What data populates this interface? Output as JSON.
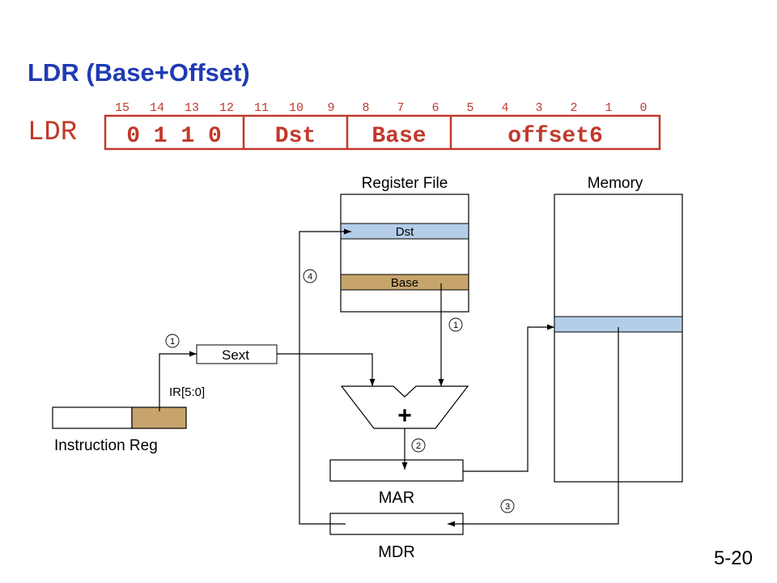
{
  "slide": {
    "title": "LDR (Base+Offset)",
    "number": "5-20"
  },
  "encoding": {
    "mnemonic": "LDR",
    "bit_numbers": [
      "15",
      "14",
      "13",
      "12",
      "11",
      "10",
      "9",
      "8",
      "7",
      "6",
      "5",
      "4",
      "3",
      "2",
      "1",
      "0"
    ],
    "fields": [
      {
        "text": "0 1 1 0"
      },
      {
        "text": "Dst"
      },
      {
        "text": "Base"
      },
      {
        "text": "offset6"
      }
    ],
    "color": "#c0392b"
  },
  "datapath": {
    "register_file_label": "Register File",
    "dst_label": "Dst",
    "base_label": "Base",
    "memory_label": "Memory",
    "sext_label": "Sext",
    "ir_field_label": "IR[5:0]",
    "instruction_reg_label": "Instruction Reg",
    "adder_symbol": "+",
    "mar_label": "MAR",
    "mdr_label": "MDR",
    "steps": [
      "1",
      "1",
      "2",
      "3",
      "4"
    ],
    "colors": {
      "dst_fill": "#b4cde9",
      "base_fill": "#c6a46c",
      "ir_field_fill": "#c6a46c",
      "memory_cell_fill": "#b4cde9"
    }
  }
}
